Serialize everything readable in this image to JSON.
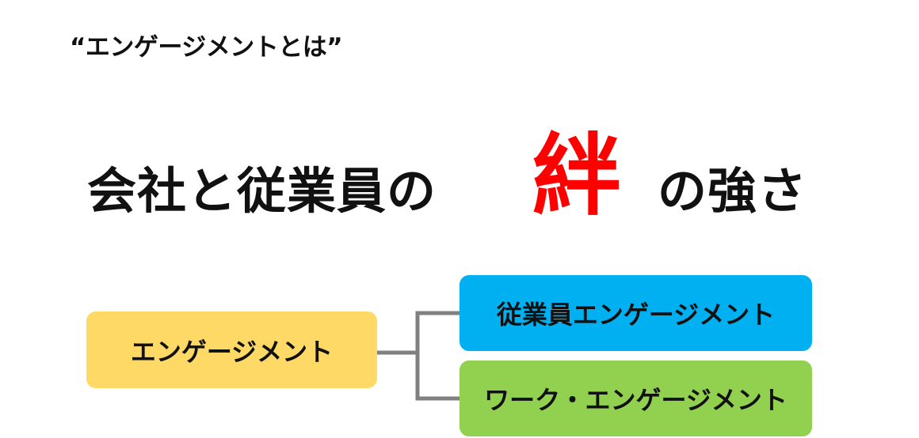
{
  "subtitle": "“エンゲージメントとは”",
  "headline": {
    "part_before": "会社と従業員の",
    "emphasis": "絆",
    "part_after": "の強さ",
    "emphasis_color": "#ff0000"
  },
  "diagram": {
    "root_label": "エンゲージメント",
    "branches": [
      {
        "label": "従業員エンゲージメント",
        "color": "#00b0f0"
      },
      {
        "label": "ワーク・エンゲージメント",
        "color": "#92d050"
      }
    ],
    "root_color": "#ffd966",
    "connector_color": "#808080"
  }
}
